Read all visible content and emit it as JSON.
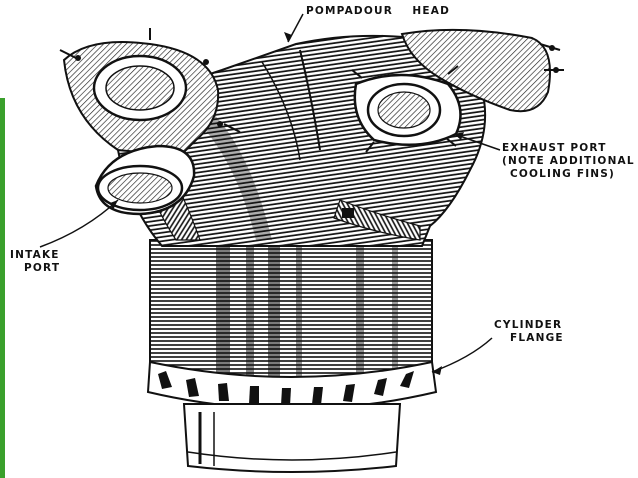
{
  "labels": {
    "pompadour_head": "POMPADOUR    HEAD",
    "exhaust_port": [
      "EXHAUST PORT",
      "(NOTE ADDITIONAL",
      "COOLING FINS)"
    ],
    "intake_port": [
      "INTAKE",
      "PORT"
    ],
    "cylinder_flange": [
      "CYLINDER",
      "FLANGE"
    ]
  },
  "colors": {
    "accent_bar": "#3aa02c",
    "ink": "#111111",
    "background": "#ffffff"
  },
  "icons": {
    "engine": "cylinder-engine-illustration"
  }
}
